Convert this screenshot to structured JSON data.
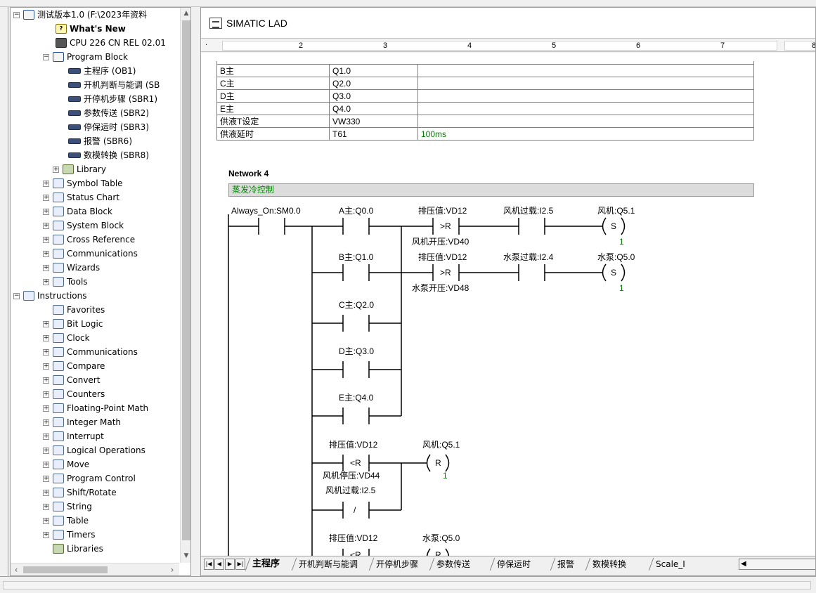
{
  "tree": {
    "root_label": "测试版本1.0 (F:\\2023年资料",
    "whats_new": "What's New",
    "cpu": "CPU 226 CN REL 02.01",
    "program_block": "Program Block",
    "blocks": [
      "主程序 (OB1)",
      "开机判断与能调 (SB",
      "开停机步骤 (SBR1)",
      "参数传送 (SBR2)",
      "停保运时 (SBR3)",
      "报警 (SBR6)",
      "数模转换 (SBR8)"
    ],
    "library": "Library",
    "sections": [
      "Symbol Table",
      "Status Chart",
      "Data Block",
      "System Block",
      "Cross Reference",
      "Communications",
      "Wizards",
      "Tools"
    ],
    "instructions": "Instructions",
    "favorites": "Favorites",
    "instruction_items": [
      "Bit Logic",
      "Clock",
      "Communications",
      "Compare",
      "Convert",
      "Counters",
      "Floating-Point Math",
      "Integer Math",
      "Interrupt",
      "Logical Operations",
      "Move",
      "Program Control",
      "Shift/Rotate",
      "String",
      "Table",
      "Timers"
    ],
    "libraries": "Libraries"
  },
  "window": {
    "title": "SIMATIC LAD",
    "ruler_numbers": [
      "2",
      "3",
      "4",
      "5",
      "6",
      "7",
      "8"
    ]
  },
  "symbol_table": {
    "rows": [
      {
        "symbol": "B主",
        "address": "Q1.0",
        "comment": ""
      },
      {
        "symbol": "C主",
        "address": "Q2.0",
        "comment": ""
      },
      {
        "symbol": "D主",
        "address": "Q3.0",
        "comment": ""
      },
      {
        "symbol": "E主",
        "address": "Q4.0",
        "comment": ""
      },
      {
        "symbol": "供液T设定",
        "address": "VW330",
        "comment": ""
      },
      {
        "symbol": "供液延时",
        "address": "T61",
        "comment": "100ms"
      }
    ]
  },
  "network": {
    "title": "Network 4",
    "comment": "蒸发冷控制",
    "always_on": "Always_On:SM0.0",
    "a_contact": "A主:Q0.0",
    "b_contact": "B主:Q1.0",
    "c_contact": "C主:Q2.0",
    "d_contact": "D主:Q3.0",
    "e_contact": "E主:Q4.0",
    "cmp_gt": ">R",
    "cmp_lt": "<R",
    "exhaust_press_1": "排压值:VD12",
    "fan_open_press": "风机开压:VD40",
    "fan_overload": "风机过载:I2.5",
    "fan_coil": "风机:Q5.1",
    "exhaust_press_2": "排压值:VD12",
    "pump_open_press": "水泵开压:VD48",
    "pump_overload": "水泵过载:I2.4",
    "pump_coil": "水泵:Q5.0",
    "coil_set": "S",
    "coil_reset": "R",
    "coil_count_1": "1",
    "coil_count_2": "1",
    "exhaust_press_3": "排压值:VD12",
    "fan_stop_press": "风机停压:VD44",
    "fan_coil_2": "风机:Q5.1",
    "coil_count_3": "1",
    "fan_overload_2": "风机过载:I2.5",
    "nc_symbol": "/",
    "exhaust_press_4": "排压值:VD12",
    "pump_coil_2": "水泵:Q5.0"
  },
  "tabs": [
    "主程序",
    "开机判断与能调",
    "开停机步骤",
    "参数传送",
    "停保运时",
    "报警",
    "数模转换",
    "Scale_I"
  ]
}
